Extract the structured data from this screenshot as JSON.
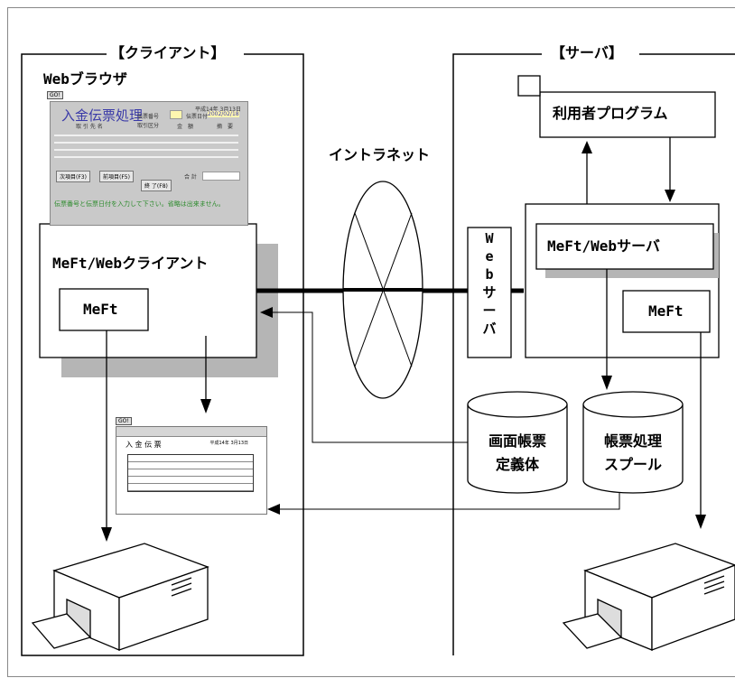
{
  "labels": {
    "client_section": "【クライアント】",
    "server_section": "【サーバ】",
    "web_browser": "Webブラウザ",
    "intranet": "イントラネット",
    "mefte_web_client": "MeFt/Webクライアント",
    "mefte_left": "MeFt",
    "mefte_right": "MeFt",
    "mefte_web_server": "MeFt/Webサーバ",
    "user_program": "利用者プログラム",
    "web_server_chars": [
      "W",
      "e",
      "b",
      "サ",
      "ー",
      "バ"
    ],
    "screen_form_def": [
      "画面帳票",
      "定義体"
    ],
    "form_spool": [
      "帳票処理",
      "スプール"
    ]
  },
  "browser_form": {
    "go_button": "GO!",
    "title": "入金伝票処理",
    "date": "平成14年 3月13日",
    "slip_no_label": "伝票番号",
    "slip_date_label": "伝票日付",
    "slip_date_value": "2002/02/18",
    "col_payee": "取 引 先 名",
    "col_type": "取引区分",
    "col_amount": "金　額",
    "col_note": "摘　要",
    "btn_next": "次項目(F3)",
    "btn_prev": "前項目(F5)",
    "btn_end": "終 了(F8)",
    "total_label": "合 計",
    "message": "伝票番号と伝票日付を入力して下さい。省略は出来ません。"
  },
  "print_preview": {
    "heading": "入 金 伝 票",
    "date": "平成14年 3月13日",
    "go_button": "GO!"
  }
}
